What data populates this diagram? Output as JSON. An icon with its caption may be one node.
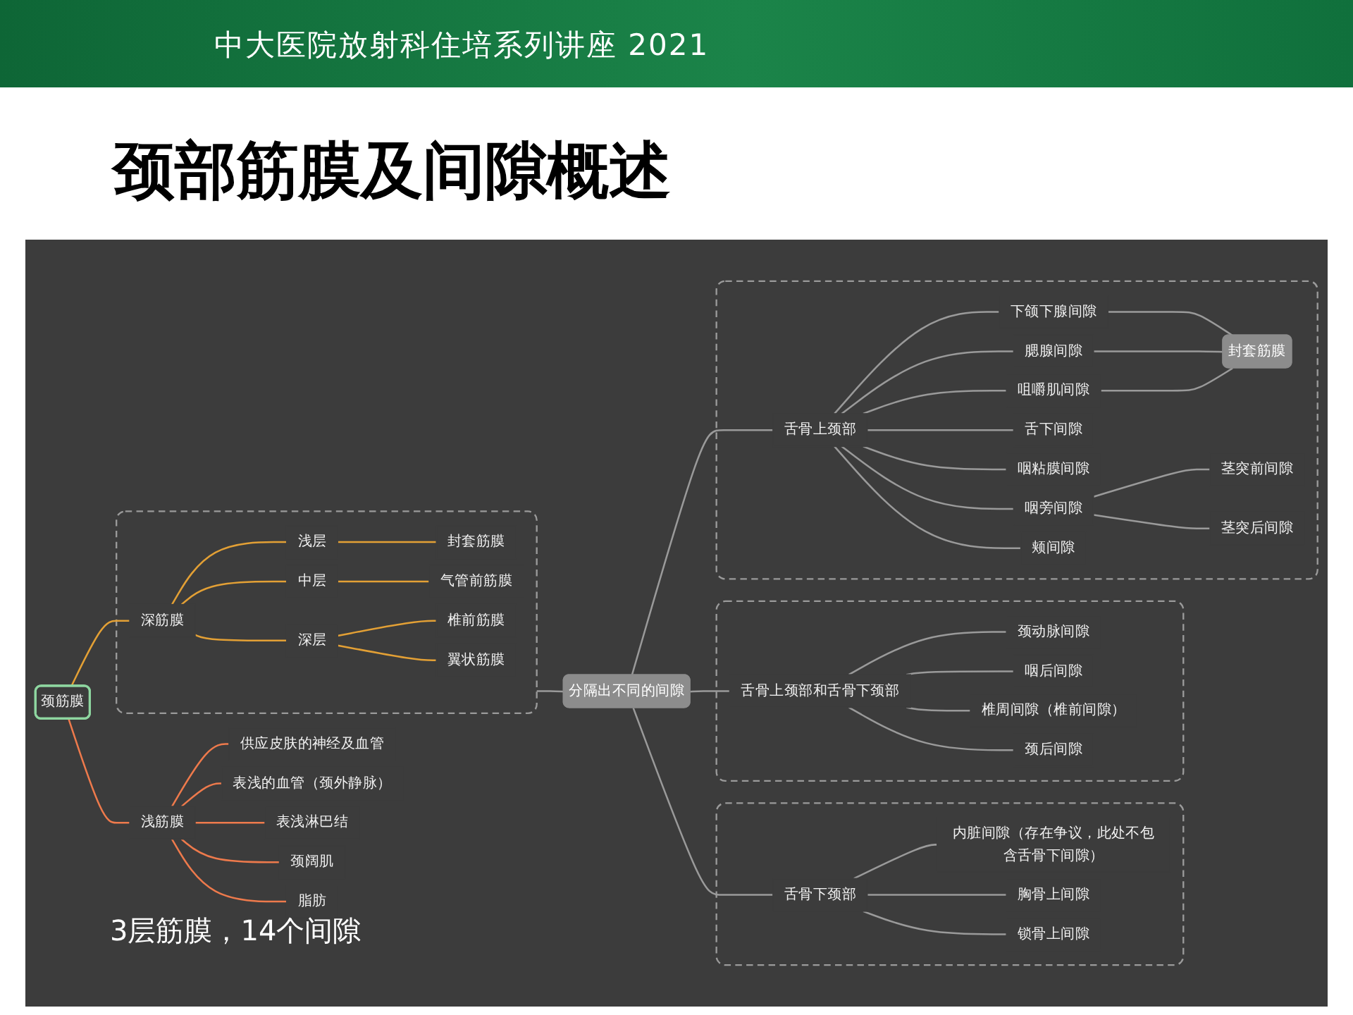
{
  "diagram": {
    "title": "颈部筋膜及间隙概述",
    "nodes": [
      {
        "text": [
          "颈筋膜"
        ]
      },
      {
        "text": [
          "浅筋膜"
        ]
      },
      {
        "text": [
          "供应皮肤的神经及血管"
        ]
      },
      {
        "text": [
          "表浅的血管（颈外静脉）"
        ]
      },
      {
        "text": [
          "表浅淋巴结"
        ]
      },
      {
        "text": [
          "颈阔肌"
        ]
      },
      {
        "text": [
          "脂肪"
        ]
      },
      {
        "text": [],
        "shape": "box"
      },
      {
        "text": [
          "深筋膜"
        ],
        "in": 7
      },
      {
        "text": [
          "浅层"
        ],
        "in": 7
      },
      {
        "text": [
          "封套筋膜"
        ],
        "in": 7
      },
      {
        "text": [
          "中层"
        ],
        "in": 7
      },
      {
        "text": [
          "气管前筋膜"
        ],
        "in": 7
      },
      {
        "text": [
          "深层"
        ],
        "in": 7
      },
      {
        "text": [
          "椎前筋膜"
        ],
        "in": 7
      },
      {
        "text": [
          "翼状筋膜"
        ],
        "in": 7
      },
      {
        "text": [
          "分隔出不同的间隙"
        ]
      },
      {
        "text": [],
        "shape": "box"
      },
      {
        "text": [
          "舌骨上颈部"
        ],
        "in": 17
      },
      {
        "text": [
          "下颌下腺间隙"
        ],
        "in": 17
      },
      {
        "text": [
          "腮腺间隙"
        ],
        "in": 17
      },
      {
        "text": [
          "咀嚼肌间隙"
        ],
        "in": 17
      },
      {
        "text": [
          "封套筋膜"
        ],
        "in": 17
      },
      {
        "text": [
          "舌下间隙"
        ],
        "in": 17
      },
      {
        "text": [
          "咽粘膜间隙"
        ],
        "in": 17
      },
      {
        "text": [
          "咽旁间隙"
        ],
        "in": 17
      },
      {
        "text": [
          "茎突前间隙"
        ],
        "in": 17
      },
      {
        "text": [
          "茎突后间隙"
        ],
        "in": 17
      },
      {
        "text": [
          "颊间隙"
        ],
        "in": 17
      },
      {
        "text": [],
        "shape": "box"
      },
      {
        "text": [
          "舌骨上颈部和舌骨下颈部"
        ],
        "in": 29
      },
      {
        "text": [
          "颈动脉间隙"
        ],
        "in": 29
      },
      {
        "text": [
          "咽后间隙"
        ],
        "in": 29
      },
      {
        "text": [
          "椎周间隙（椎前间隙）"
        ],
        "in": 29
      },
      {
        "text": [
          "颈后间隙"
        ],
        "in": 29
      },
      {
        "text": [],
        "shape": "box"
      },
      {
        "text": [
          "舌骨下颈部"
        ],
        "in": 35
      },
      {
        "text": [
          "内脏间隙（存在争议，此处不包含舌骨下间隙）"
        ],
        "in": 35
      },
      {
        "text": [
          "胸骨上间隙"
        ],
        "in": 35
      },
      {
        "text": [
          "锁骨上间隙"
        ],
        "in": 35
      }
    ],
    "edges": [
      {
        "from": 0,
        "to": 1,
        "arrow": "none",
        "color": "#ee7a4c"
      },
      {
        "from": 1,
        "to": 2,
        "arrow": "none",
        "color": "#ee7a4c"
      },
      {
        "from": 1,
        "to": 3,
        "arrow": "none",
        "color": "#ee7a4c"
      },
      {
        "from": 1,
        "to": 4,
        "arrow": "none",
        "color": "#ee7a4c"
      },
      {
        "from": 1,
        "to": 5,
        "arrow": "none",
        "color": "#ee7a4c"
      },
      {
        "from": 1,
        "to": 6,
        "arrow": "none",
        "color": "#ee7a4c"
      },
      {
        "from": 0,
        "to": 8,
        "arrow": "none",
        "color": "#e3a035"
      },
      {
        "from": 8,
        "to": 9,
        "arrow": "none",
        "color": "#e3a035"
      },
      {
        "from": 9,
        "to": 10,
        "arrow": "none",
        "color": "#e3a035"
      },
      {
        "from": 8,
        "to": 11,
        "arrow": "none",
        "color": "#e3a035"
      },
      {
        "from": 11,
        "to": 12,
        "arrow": "none",
        "color": "#e3a035"
      },
      {
        "from": 8,
        "to": 13,
        "arrow": "none",
        "color": "#e3a035"
      },
      {
        "from": 13,
        "to": 14,
        "arrow": "none",
        "color": "#e3a035"
      },
      {
        "from": 13,
        "to": 15,
        "arrow": "none",
        "color": "#e3a035"
      },
      {
        "from": 7,
        "to": 16,
        "arrow": "none"
      },
      {
        "from": 16,
        "to": 18,
        "arrow": "none"
      },
      {
        "from": 18,
        "to": 19,
        "arrow": "none"
      },
      {
        "from": 18,
        "to": 20,
        "arrow": "none"
      },
      {
        "from": 18,
        "to": 21,
        "arrow": "none"
      },
      {
        "from": 19,
        "to": 22,
        "arrow": "none"
      },
      {
        "from": 20,
        "to": 22,
        "arrow": "none"
      },
      {
        "from": 21,
        "to": 22,
        "arrow": "none"
      },
      {
        "from": 18,
        "to": 23,
        "arrow": "none"
      },
      {
        "from": 18,
        "to": 24,
        "arrow": "none"
      },
      {
        "from": 18,
        "to": 25,
        "arrow": "none"
      },
      {
        "from": 25,
        "to": 26,
        "arrow": "none"
      },
      {
        "from": 25,
        "to": 27,
        "arrow": "none"
      },
      {
        "from": 18,
        "to": 28,
        "arrow": "none"
      },
      {
        "from": 16,
        "to": 30,
        "arrow": "none"
      },
      {
        "from": 30,
        "to": 31,
        "arrow": "none"
      },
      {
        "from": 30,
        "to": 32,
        "arrow": "none"
      },
      {
        "from": 30,
        "to": 33,
        "arrow": "none"
      },
      {
        "from": 30,
        "to": 34,
        "arrow": "none"
      },
      {
        "from": 16,
        "to": 36,
        "arrow": "none"
      },
      {
        "from": 36,
        "to": 37,
        "arrow": "none"
      },
      {
        "from": 36,
        "to": 38,
        "arrow": "none"
      },
      {
        "from": 36,
        "to": 39,
        "arrow": "none"
      }
    ],
    "labels": [
      "中大医院放射科住培系列讲座 2021",
      "3层筋膜，14个间隙"
    ]
  }
}
